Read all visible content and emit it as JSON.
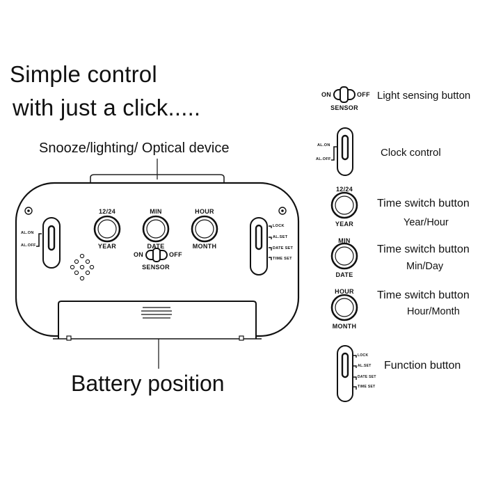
{
  "heading": {
    "line1": "Simple control",
    "line2": "with  just a click....."
  },
  "callouts": {
    "top": "Snooze/lighting/ Optical device",
    "bottom": "Battery position"
  },
  "clock": {
    "buttons": [
      {
        "top": "12/24",
        "bottom": "YEAR"
      },
      {
        "top": "MIN",
        "bottom": "DATE"
      },
      {
        "top": "HOUR",
        "bottom": "MONTH"
      }
    ],
    "sensor": {
      "on": "ON",
      "off": "OFF",
      "label": "SENSOR"
    },
    "left_switch": {
      "pos1": "AL.ON",
      "pos2": "AL.OFF"
    },
    "right_switch": {
      "pos1": "LOCK",
      "pos2": "AL.SET",
      "pos3": "DATE SET",
      "pos4": "TIME SET"
    }
  },
  "legend": {
    "light_sensing": {
      "on": "ON",
      "off": "OFF",
      "sensor": "SENSOR",
      "label": "Light sensing button"
    },
    "clock_control": {
      "pos1": "AL.ON",
      "pos2": "AL.OFF",
      "label": "Clock control"
    },
    "time_year": {
      "top": "12/24",
      "bottom": "YEAR",
      "label": "Time switch button",
      "sub": "Year/Hour"
    },
    "time_min": {
      "top": "MIN",
      "bottom": "DATE",
      "label": "Time switch button",
      "sub": "Min/Day"
    },
    "time_hour": {
      "top": "HOUR",
      "bottom": "MONTH",
      "label": "Time switch button",
      "sub": "Hour/Month"
    },
    "function": {
      "pos1": "LOCK",
      "pos2": "AL.SET",
      "pos3": "DATE SET",
      "pos4": "TIME SET",
      "label": "Function button"
    }
  }
}
